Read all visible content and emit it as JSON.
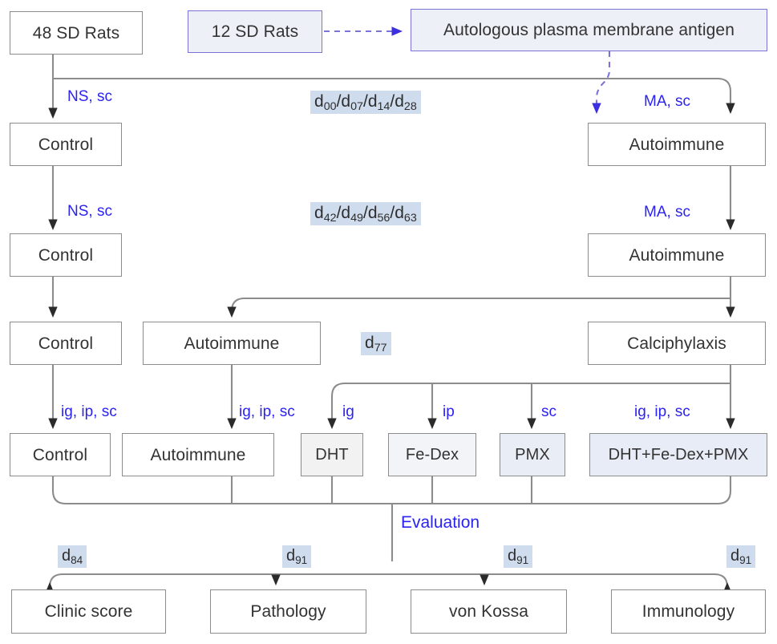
{
  "diagram": {
    "title": "Rat calciphylaxis experimental protocol flowchart",
    "colors": {
      "edge": "#8c8c8c",
      "label_blue": "#2b23ef",
      "purple_border": "#7b74d6",
      "purple_fill": "#eef0f8",
      "day_tag_bg": "#cfdced",
      "box_border": "#8c8c8c"
    }
  },
  "nodes": {
    "rats_48": "48 SD Rats",
    "rats_12": "12 SD Rats",
    "antigen": "Autologous plasma membrane antigen",
    "control_1": "Control",
    "autoimmune_1": "Autoimmune",
    "control_2": "Control",
    "autoimmune_2": "Autoimmune",
    "control_3": "Control",
    "autoimmune_3": "Autoimmune",
    "calciphylaxis": "Calciphylaxis",
    "control_4": "Control",
    "autoimmune_4": "Autoimmune",
    "dht": "DHT",
    "fedex": "Fe-Dex",
    "pmx": "PMX",
    "combo": "DHT+Fe-Dex+PMX",
    "clinic_score": "Clinic score",
    "pathology": "Pathology",
    "von_kossa": "von Kossa",
    "immunology": "Immunology"
  },
  "route_labels": {
    "ns_sc_1": "NS, sc",
    "ns_sc_2": "NS, sc",
    "ma_sc_1": "MA, sc",
    "ma_sc_2": "MA, sc",
    "ig_ip_sc_1": "ig, ip, sc",
    "ig_ip_sc_2": "ig, ip, sc",
    "ig": "ig",
    "ip": "ip",
    "sc": "sc",
    "ig_ip_sc_3": "ig, ip, sc",
    "evaluation": "Evaluation"
  },
  "day_tags": {
    "phase_1": {
      "prefix": "d",
      "days": [
        "00",
        "07",
        "14",
        "28"
      ]
    },
    "phase_2": {
      "prefix": "d",
      "days": [
        "42",
        "49",
        "56",
        "63"
      ]
    },
    "phase_3": {
      "prefix": "d",
      "days": [
        "77"
      ]
    },
    "eval_clinic": {
      "prefix": "d",
      "days": [
        "84"
      ]
    },
    "eval_pathology": {
      "prefix": "d",
      "days": [
        "91"
      ]
    },
    "eval_vonkossa": {
      "prefix": "d",
      "days": [
        "91"
      ]
    },
    "eval_immunology": {
      "prefix": "d",
      "days": [
        "91"
      ]
    }
  }
}
